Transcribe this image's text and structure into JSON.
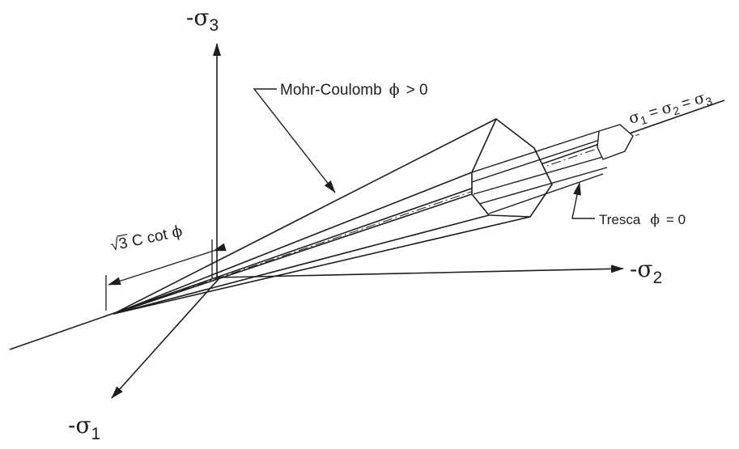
{
  "axes": {
    "sigma3": {
      "minus": "-",
      "sigma": "σ",
      "sub": "3"
    },
    "sigma2": {
      "minus": "-",
      "sigma": "σ",
      "sub": "2"
    },
    "sigma1": {
      "minus": "-",
      "sigma": "σ",
      "sub": "1"
    }
  },
  "labels": {
    "mohr_coulomb": {
      "text": "Mohr-Coulomb",
      "phi": "ϕ",
      "relation": "> 0"
    },
    "tresca": {
      "text": "Tresca",
      "phi": "ϕ",
      "relation": "= 0"
    },
    "hydrostatic": {
      "s1": "σ",
      "sub1": "1",
      "eq1": "=",
      "s2": "σ",
      "sub2": "2",
      "eq2": "=",
      "s3": "σ",
      "sub3": "3"
    },
    "apex": {
      "root": "√",
      "three": "3",
      "rest": "C cot",
      "phi": "ϕ"
    }
  },
  "colors": {
    "ink": "#1e1e1e",
    "background": "#ffffff"
  }
}
